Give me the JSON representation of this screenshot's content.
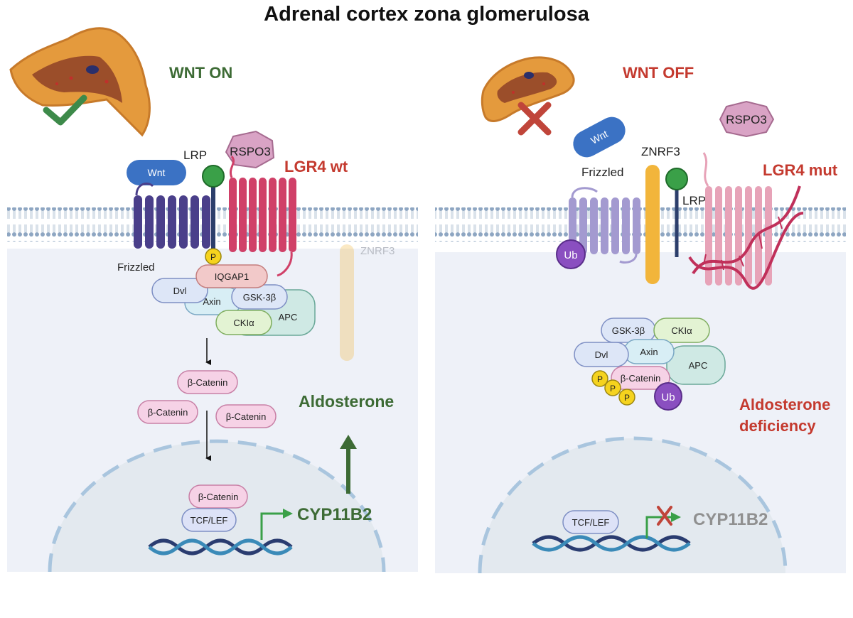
{
  "title": "Adrenal cortex zona glomerulosa",
  "left": {
    "heading": "WNT ON",
    "wnt": "Wnt",
    "lrp": "LRP",
    "rspo3": "RSPO3",
    "lgr4": "LGR4 wt",
    "frizzled": "Frizzled",
    "phospho": "P",
    "iqgap1": "IQGAP1",
    "dvl": "Dvl",
    "axin": "Axin",
    "gsk3b": "GSK-3β",
    "ckia": "CKIα",
    "apc": "APC",
    "znrf3": "ZNRF3",
    "bcat1": "β-Catenin",
    "bcat2": "β-Catenin",
    "bcat3": "β-Catenin",
    "bcat_nuc": "β-Catenin",
    "tcf": "TCF/LEF",
    "gene": "CYP11B2",
    "outcome": "Aldosterone"
  },
  "right": {
    "heading": "WNT OFF",
    "wnt": "Wnt",
    "rspo3": "RSPO3",
    "znrf3": "ZNRF3",
    "frizzled": "Frizzled",
    "lrp": "LRP",
    "lgr4": "LGR4 mut",
    "ub1": "Ub",
    "gsk3b": "GSK-3β",
    "ckia": "CKIα",
    "dvl": "Dvl",
    "axin": "Axin",
    "apc": "APC",
    "bcat": "β-Catenin",
    "p1": "P",
    "p2": "P",
    "p3": "P",
    "ub2": "Ub",
    "outcome": "Aldosterone deficiency",
    "outcome_line1": "Aldosterone",
    "outcome_line2": "deficiency",
    "tcf": "TCF/LEF",
    "gene": "CYP11B2"
  },
  "colors": {
    "green": "#3d6b35",
    "red": "#c43a2f",
    "wnt": "#3b72c4",
    "frizzled": "#4a3f8a",
    "lgr4": "#d04068",
    "znrf3": "#f2b53b",
    "lrp": "#3aa048",
    "ub": "#8a4fc0",
    "phospho": "#f5d31e",
    "cytoplasm": "#eef1f8",
    "nucleus": "#e3e9ef"
  }
}
